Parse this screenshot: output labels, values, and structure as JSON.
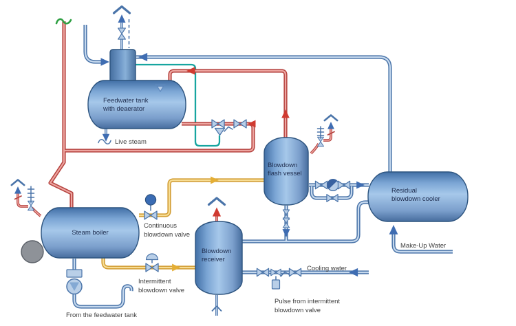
{
  "colors": {
    "steam_pipe_red": "#b5423e",
    "steam_pipe_red_fill": "#eda5a0",
    "water_pipe_blue": "#4a74a9",
    "water_pipe_blue_fill": "#c6d9ee",
    "blowdown_pipe_gold": "#d09a2f",
    "blowdown_pipe_gold_fill": "#f7dd94",
    "vent_line_teal": "#16a5a0",
    "break_symbol_green": "#2fa043",
    "vessel_blue": "#7ba5d4",
    "valve_fill": "#b9cfe8"
  },
  "vessels": {
    "feedwater_tank": {
      "lines": [
        "Feedwater tank",
        "with deaerator"
      ]
    },
    "steam_boiler": {
      "lines": [
        "Steam boiler"
      ]
    },
    "blowdown_flash_vessel": {
      "lines": [
        "Blowdown",
        "flash vessel"
      ]
    },
    "blowdown_receiver": {
      "lines": [
        "Blowdown",
        "receiver"
      ]
    },
    "residual_blowdown_cooler": {
      "lines": [
        "Residual",
        "blowdown cooler"
      ]
    }
  },
  "labels": {
    "live_steam": "Live steam",
    "continuous_valve_l1": "Continuous",
    "continuous_valve_l2": "blowdown valve",
    "intermittent_valve_l1": "Intermittent",
    "intermittent_valve_l2": "blowdown valve",
    "from_feedwater_tank": "From the feedwater tank",
    "cooling_water": "Cooling water",
    "pulse_l1": "Pulse from intermittent",
    "pulse_l2": "blowdown valve",
    "makeup_water": "Make-Up Water"
  }
}
